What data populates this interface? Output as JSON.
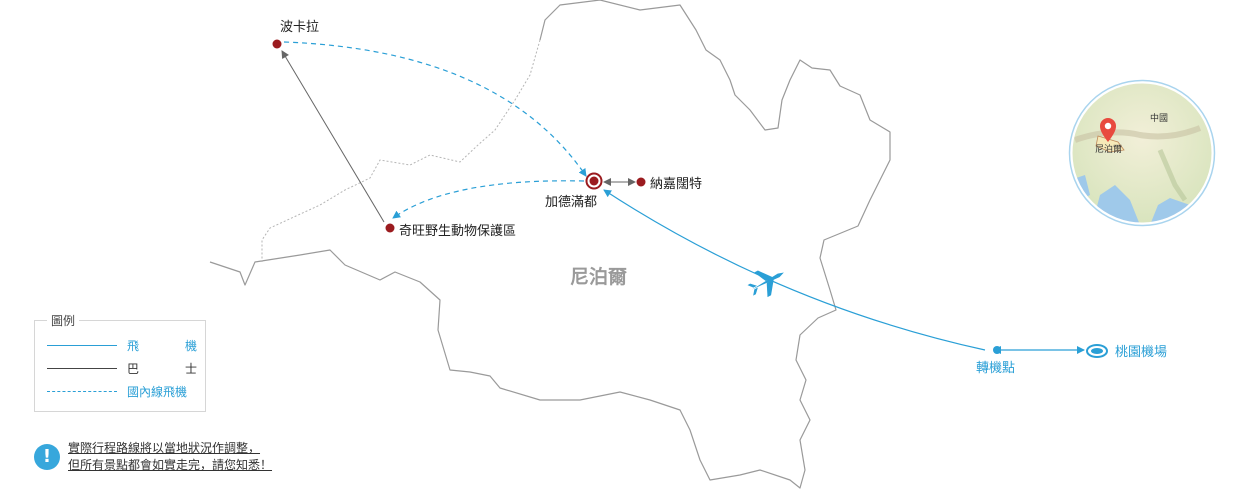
{
  "map": {
    "country_label": "尼泊爾",
    "places": {
      "pokhara": "波卡拉",
      "kathmandu": "加德滿都",
      "nagarkot": "納嘉闊特",
      "chitwan": "奇旺野生動物保護區",
      "transfer": "轉機點",
      "taoyuan": "桃園機場"
    },
    "inset": {
      "china": "中國",
      "nepal": "尼泊爾"
    },
    "colors": {
      "flight": "#2a9fd6",
      "bus": "#666666",
      "domestic_flight": "#2a9fd6",
      "city_marker": "#9b1b1f",
      "border": "#9a9a9a"
    }
  },
  "legend": {
    "title": "圖例",
    "items": [
      {
        "label_a": "飛",
        "label_b": "機",
        "style": "solid",
        "color": "#2a9fd6"
      },
      {
        "label_a": "巴",
        "label_b": "士",
        "style": "solid",
        "color": "#444444"
      },
      {
        "label": "國內線飛機",
        "style": "dashed",
        "color": "#2a9fd6"
      }
    ]
  },
  "notice": {
    "icon": "exclamation-icon",
    "line1": "實際行程路線將以當地狀況作調整，",
    "line2": "但所有景點都會如實走完，請您知悉！"
  }
}
